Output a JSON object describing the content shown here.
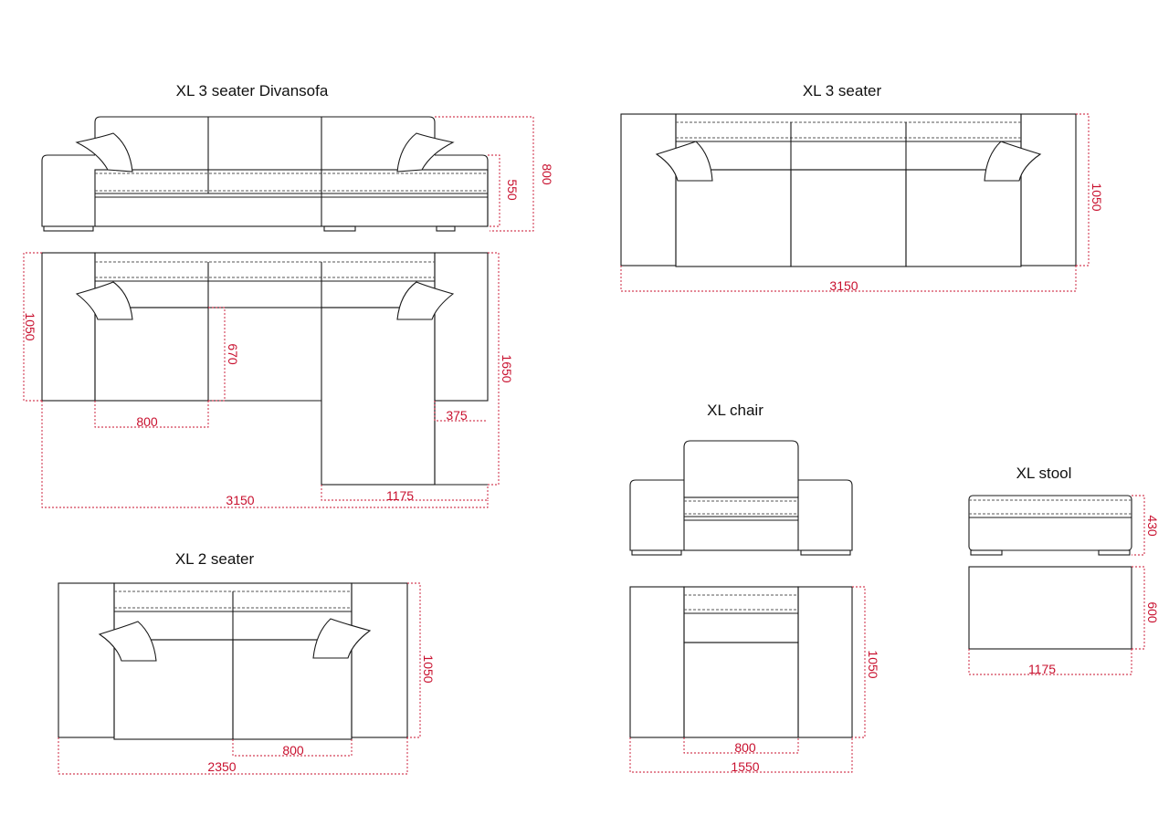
{
  "titles": {
    "divansofa": "XL 3 seater Divansofa",
    "three_seater": "XL 3 seater",
    "chair": "XL chair",
    "stool": "XL stool",
    "two_seater": "XL 2 seater"
  },
  "dimensions": {
    "divansofa_height": "800",
    "divansofa_seat_height": "550",
    "divansofa_depth": "1050",
    "divansofa_seat_depth": "670",
    "divansofa_chaise_depth": "1650",
    "divansofa_seat_width": "800",
    "divansofa_arm_width": "375",
    "divansofa_chaise_width": "1175",
    "divansofa_width": "3150",
    "three_seater_depth": "1050",
    "three_seater_width": "3150",
    "chair_depth": "1050",
    "chair_seat_width": "800",
    "chair_width": "1550",
    "stool_height": "430",
    "stool_depth": "600",
    "stool_width": "1175",
    "two_seater_depth": "1050",
    "two_seater_seat_width": "800",
    "two_seater_width": "2350"
  },
  "colors": {
    "outline": "#1a1a1a",
    "dimension": "#c8102e"
  }
}
